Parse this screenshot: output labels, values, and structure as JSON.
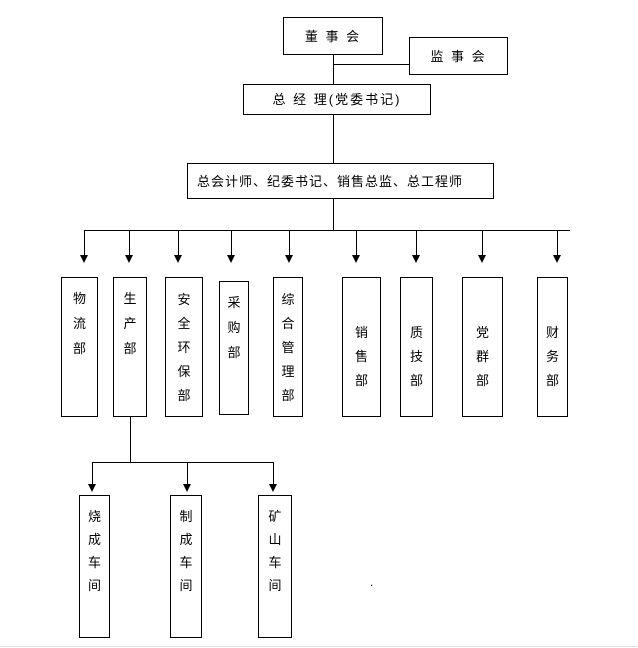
{
  "org": {
    "nodes": {
      "board": "董 事 会",
      "supervisors": "监 事 会",
      "general_manager": "总 经 理(党委书记)",
      "executives": "总会计师、纪委书记、销售总监、总工程师"
    },
    "departments": [
      "物流部",
      "生产部",
      "安全环保部",
      "采购部",
      "综合管理部",
      "销售部",
      "质技部",
      "党群部",
      "财务部"
    ],
    "workshops": [
      "烧成车间",
      "制成车间",
      "矿山车间"
    ],
    "stray_mark": ".",
    "colors": {
      "line": "#000000",
      "background": "#ffffff",
      "text": "#000000"
    }
  }
}
